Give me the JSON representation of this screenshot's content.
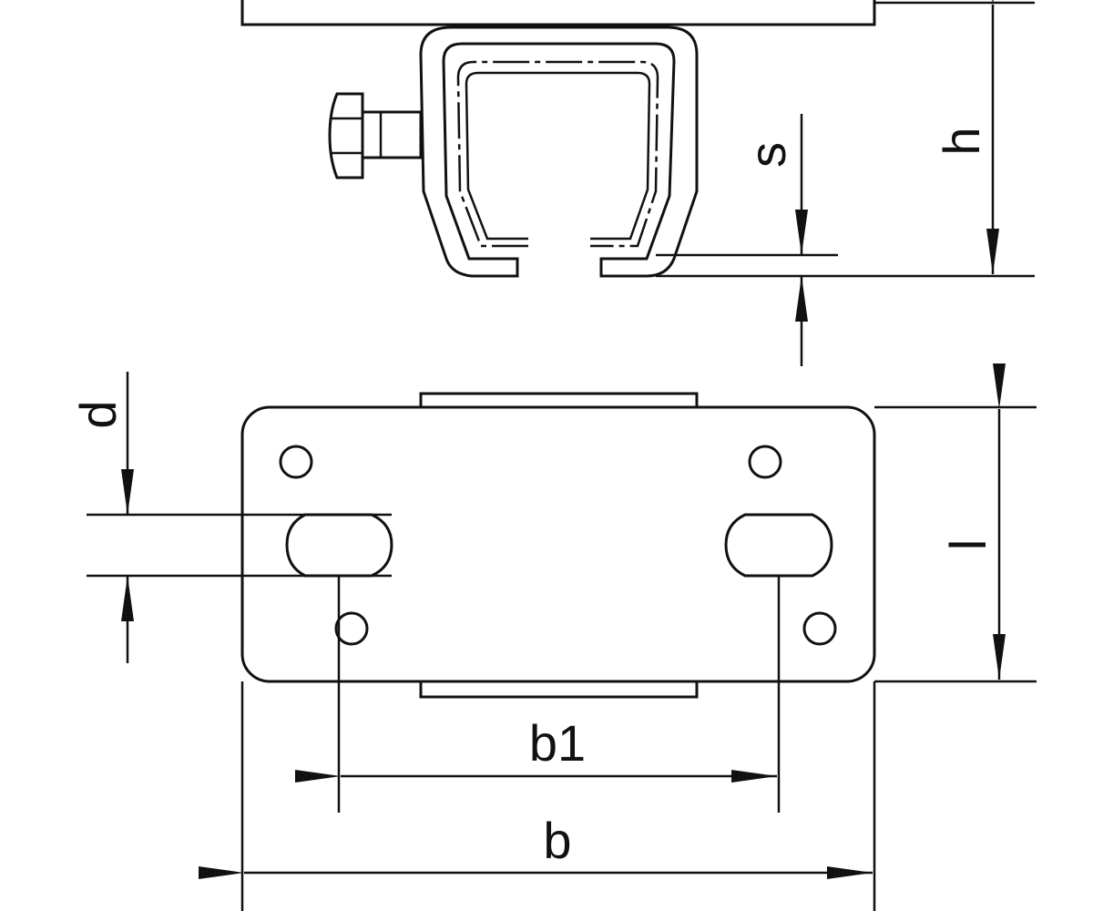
{
  "labels": {
    "h": "h",
    "s": "s",
    "d": "d",
    "l": "l",
    "b1": "b1",
    "b": "b"
  }
}
